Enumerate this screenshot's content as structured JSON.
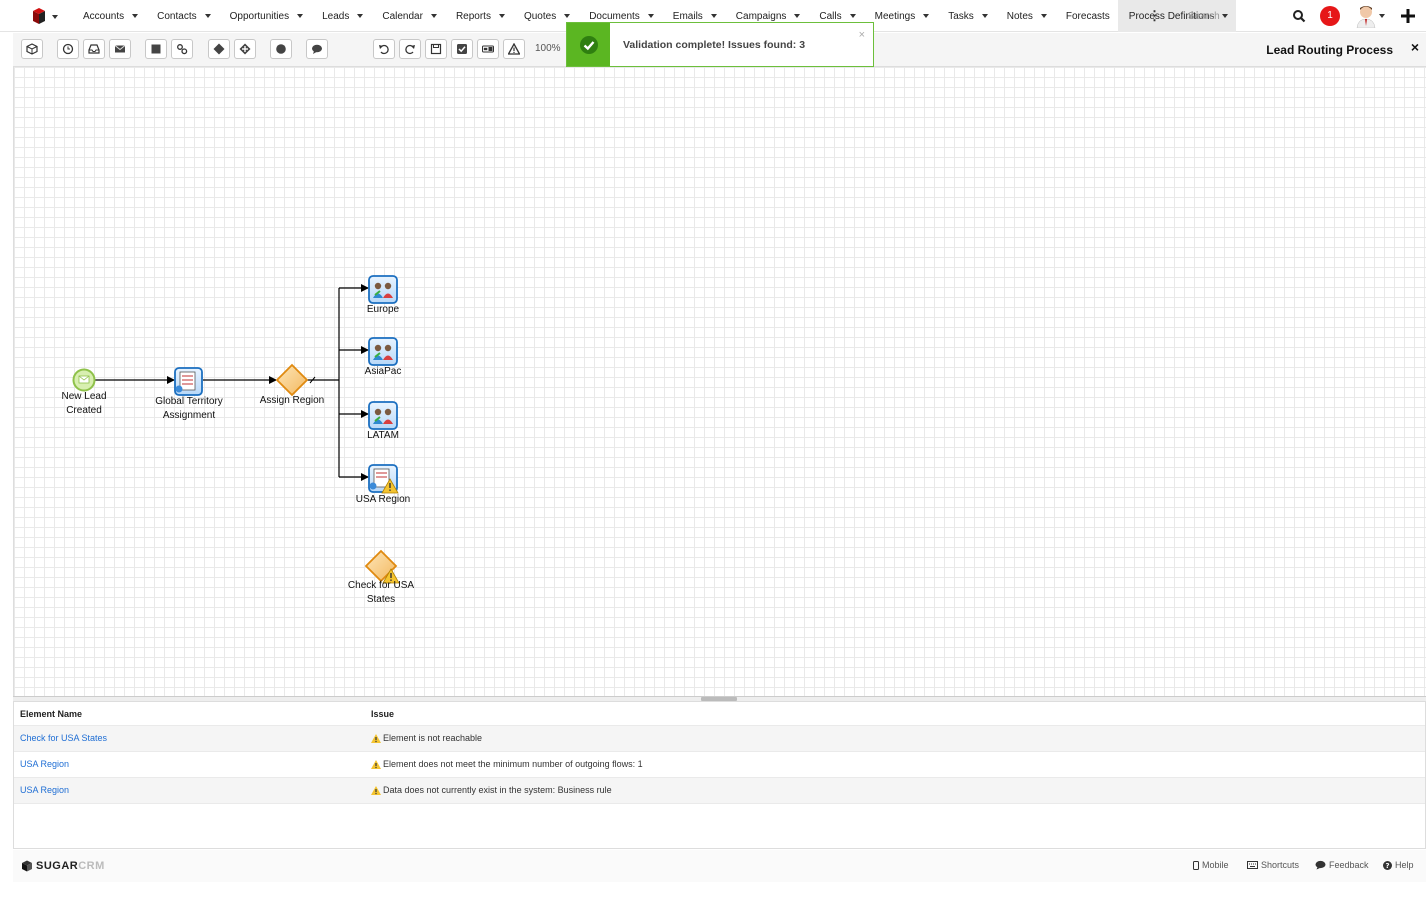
{
  "nav": {
    "items": [
      {
        "label": "Accounts",
        "caret": true
      },
      {
        "label": "Contacts",
        "caret": true
      },
      {
        "label": "Opportunities",
        "caret": true
      },
      {
        "label": "Leads",
        "caret": true
      },
      {
        "label": "Calendar",
        "caret": true
      },
      {
        "label": "Reports",
        "caret": true
      },
      {
        "label": "Quotes",
        "caret": true
      },
      {
        "label": "Documents",
        "caret": true
      },
      {
        "label": "Emails",
        "caret": true
      },
      {
        "label": "Campaigns",
        "caret": true
      },
      {
        "label": "Calls",
        "caret": true
      },
      {
        "label": "Meetings",
        "caret": true
      },
      {
        "label": "Tasks",
        "caret": true
      },
      {
        "label": "Notes",
        "caret": true
      },
      {
        "label": "Forecasts",
        "caret": false
      },
      {
        "label": "Process Definitions",
        "caret": true,
        "active": true
      }
    ],
    "search_placeholder": "Search",
    "notification_count": "1"
  },
  "toolbar": {
    "zoom": "100%",
    "process_title": "Lead Routing Process",
    "close": "×"
  },
  "alert": {
    "message": "Validation complete! Issues found: 3",
    "close": "×"
  },
  "diagram": {
    "start_event": "New Lead Created",
    "start_event_lines": [
      "New Lead",
      "Created"
    ],
    "task_global": [
      "Global Territory",
      "Assignment"
    ],
    "gateway_assign": "Assign Region",
    "task_europe": "Europe",
    "task_asiapac": "AsiaPac",
    "task_latam": "LATAM",
    "task_usa": "USA Region",
    "gateway_check": [
      "Check for USA",
      "States"
    ]
  },
  "issues": {
    "columns": {
      "element": "Element Name",
      "issue": "Issue"
    },
    "rows": [
      {
        "element": "Check for USA States",
        "issue": "Element is not reachable"
      },
      {
        "element": "USA Region",
        "issue": "Element does not meet the minimum number of outgoing flows: 1"
      },
      {
        "element": "USA Region",
        "issue": "Data does not currently exist in the system: Business rule"
      }
    ]
  },
  "footer": {
    "brand_bold": "SUGAR",
    "brand_light": "CRM",
    "mobile": "Mobile",
    "shortcuts": "Shortcuts",
    "feedback": "Feedback",
    "help": "Help"
  },
  "colors": {
    "success": "#5bb622",
    "link": "#1f6ed4",
    "warning": "#f4c430",
    "badge": "#e61718",
    "gateway": "#f0a030"
  }
}
